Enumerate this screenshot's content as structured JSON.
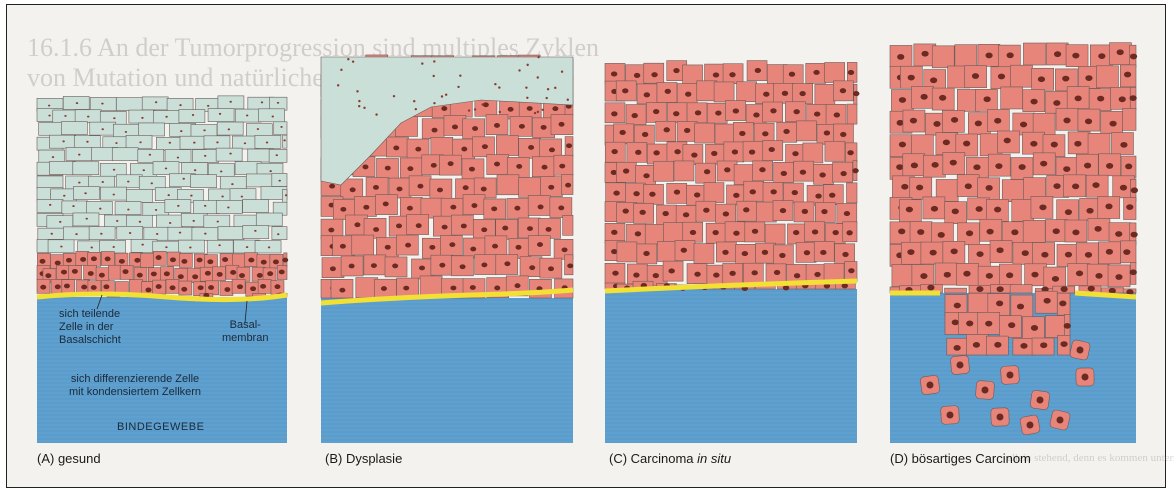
{
  "background_text": {
    "heading": "16.1.6  An der Tumorprogression sind multiples Zyklen",
    "line2": "von Mutation und natürlicher Selektion beteiligt",
    "bottom": "allein stehend, denn es kommen unterschiedlichste Veränderungen vor"
  },
  "panels": [
    {
      "id": "A",
      "caption": "(A) gesund"
    },
    {
      "id": "B",
      "caption": "(B) Dysplasie"
    },
    {
      "id": "C",
      "caption_prefix": "(C) Carcinoma ",
      "caption_italic": "in situ"
    },
    {
      "id": "D",
      "caption": "(D) bösartiges Carcinom"
    }
  ],
  "labels": {
    "dividing_cell": [
      "sich teilende",
      "Zelle in der",
      "Basalschicht"
    ],
    "basal_membrane": [
      "Basal-",
      "membran"
    ],
    "differentiating_cell": [
      "sich differenzierende Zelle",
      "mit kondensiertem Zellkern"
    ],
    "connective_tissue": "BINDEGEWEBE"
  },
  "colors": {
    "healthy_epithelium": "#c9dfd8",
    "tumor_cells": "#e8857a",
    "nuclei": "#6b2a22",
    "basal_membrane": "#f2e034",
    "connective_tissue": "#5a9ccc"
  }
}
